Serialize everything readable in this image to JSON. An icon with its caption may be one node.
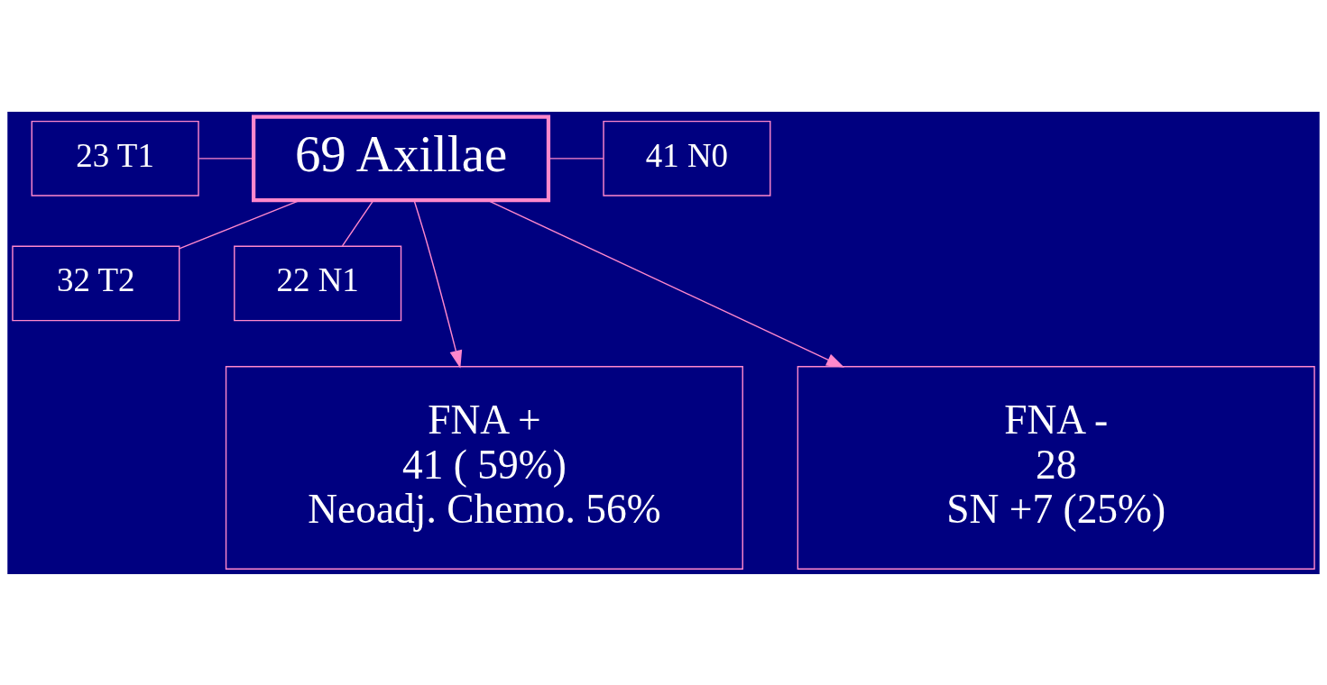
{
  "diagram": {
    "nodes": [
      {
        "text": [
          "23 T1"
        ]
      },
      {
        "text": [
          "69 Axillae"
        ]
      },
      {
        "text": [
          "41 N0"
        ]
      },
      {
        "text": [
          "32 T2"
        ]
      },
      {
        "text": [
          "22 N1"
        ]
      },
      {
        "text": [
          "FNA +",
          "41 ( 59%)",
          "Neoadj. Chemo. 56%"
        ]
      },
      {
        "text": [
          "FNA -",
          "28",
          "SN +7 (25%)"
        ]
      }
    ],
    "edges": [
      {
        "from": 1,
        "to": 0,
        "arrow": "none"
      },
      {
        "from": 1,
        "to": 2,
        "arrow": "none"
      },
      {
        "from": 1,
        "to": 3,
        "arrow": "none"
      },
      {
        "from": 1,
        "to": 4,
        "arrow": "none"
      },
      {
        "from": 1,
        "to": 5,
        "arrow": "to"
      },
      {
        "from": 1,
        "to": 6,
        "arrow": "to"
      }
    ]
  }
}
